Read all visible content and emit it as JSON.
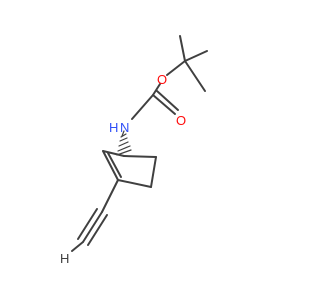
{
  "molecule": {
    "atoms": {
      "nitrogen": {
        "label": "N",
        "implicit_h": "H",
        "color": "#3050f8"
      },
      "oxygen_ester": {
        "label": "O",
        "color": "#ff0d0d"
      },
      "oxygen_carbonyl": {
        "label": "O",
        "color": "#ff0d0d"
      },
      "terminal_alkyne_h": {
        "label": "H",
        "color": "#404040"
      }
    },
    "colors": {
      "bond": "#404040",
      "nitrogen": "#3050f8",
      "oxygen": "#ff0d0d",
      "background": "#ffffff"
    },
    "stereo": "wedge-hashed"
  }
}
